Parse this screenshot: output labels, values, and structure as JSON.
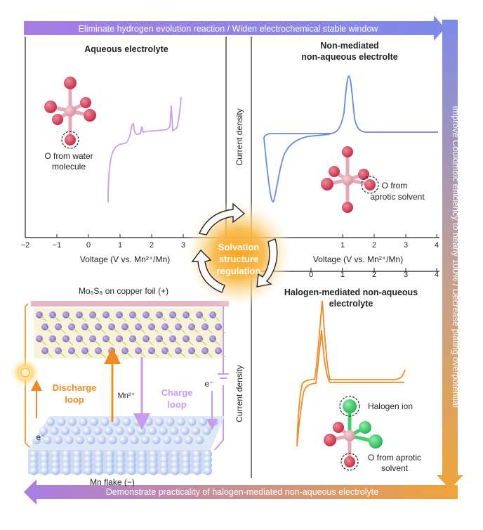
{
  "top_arrow_text": "Eliminate hydrogen evolution reaction / Widen electrochemical stable window",
  "right_arrow_text": "Improve Coulombic efficiency to nearly 100% / Decrease plating overpotential",
  "bottom_arrow_text": "Demonstrate practicality of halogen-mediated non-aqueous electrolyte",
  "panel_aqueous": {
    "title": "Aqueous electrolyte",
    "annotation_line1": "O from water",
    "annotation_line2": "molecule",
    "x_label": "Voltage (V vs. Mn²⁺/Mn)",
    "x_ticks": [
      "−2",
      "−1",
      "0",
      "1",
      "2",
      "3"
    ]
  },
  "panel_nonmediated": {
    "title_line1": "Non-mediated",
    "title_line2": "non-aqueous electrolte",
    "annotation_line1": "O from",
    "annotation_line2": "aprotic solvent",
    "x_label": "Voltage (V vs. Mn²⁺/Mn)",
    "x_ticks": [
      "1",
      "2",
      "3",
      "4"
    ]
  },
  "panel_halogen": {
    "title_line1": "Halogen-mediated non-aqueous",
    "title_line2": "electrolyte",
    "annotation_halogen": "Halogen ion",
    "annotation_o_line1": "O from aprotic",
    "annotation_o_line2": "solvent",
    "x_ticks": [
      "0",
      "1",
      "2",
      "3",
      "4"
    ]
  },
  "y_label": "Current density",
  "center_line1": "Solvation",
  "center_line2": "structure",
  "center_line3": "regulation",
  "battery": {
    "cathode_label": "Mo₆S₈ on copper foil (+)",
    "anode_label": "Mn flake (−)",
    "discharge_line1": "Discharge",
    "discharge_line2": "loop",
    "charge_line1": "Charge",
    "charge_line2": "loop",
    "ion_label": "Mn²⁺",
    "electron_left": "e⁻",
    "electron_right": "e⁻"
  },
  "colors": {
    "purple": "#a77de3",
    "blue": "#7d8ae8",
    "orange": "#f0a43a",
    "aqueous_curve": "#c79cf0",
    "nonmediated_curve": "#6a88e6",
    "halogen_curve": "#f08a22",
    "oxygen": "#d23a52",
    "manganese": "#e6a9b6",
    "halogen": "#3fcf6b"
  }
}
